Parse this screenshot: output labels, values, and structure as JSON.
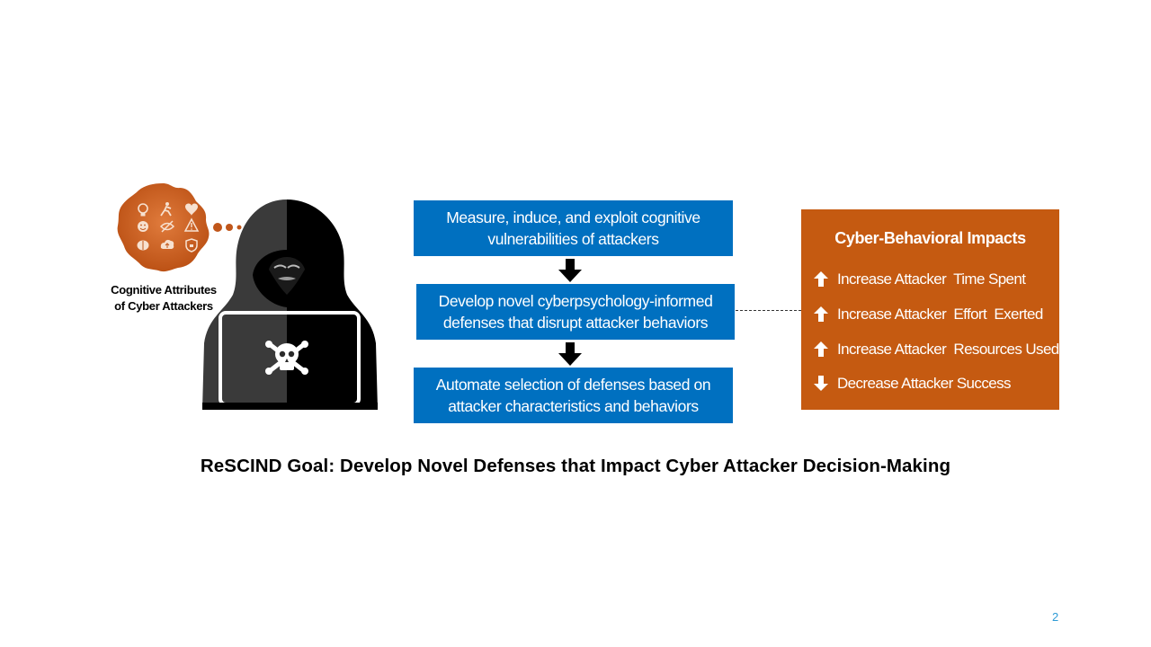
{
  "steps": [
    {
      "line1": "Measure, induce, and exploit cognitive",
      "line2": "vulnerabilities of attackers"
    },
    {
      "line1": "Develop novel cyberpsychology-informed",
      "line2": "defenses that disrupt attacker behaviors"
    },
    {
      "line1": "Automate selection of defenses based on",
      "line2": "attacker characteristics and behaviors"
    }
  ],
  "impacts": {
    "title": "Cyber-Behavioral Impacts",
    "items": [
      {
        "direction": "up",
        "label": "Increase Attacker  Time Spent"
      },
      {
        "direction": "up",
        "label": "Increase Attacker  Effort  Exerted"
      },
      {
        "direction": "up",
        "label": "Increase Attacker  Resources Used"
      },
      {
        "direction": "down",
        "label": "Decrease Attacker Success"
      }
    ]
  },
  "cognitive_label": {
    "line1": "Cognitive Attributes",
    "line2": "of Cyber Attackers"
  },
  "goal": "ReSCIND Goal: Develop Novel Defenses that Impact Cyber Attacker Decision-Making",
  "page_number": "2",
  "colors": {
    "blue": "#0070c0",
    "orange": "#c55a11",
    "badge": "#c0561a",
    "hacker_light": "#3a3a3a",
    "hacker_dark": "#000000"
  }
}
